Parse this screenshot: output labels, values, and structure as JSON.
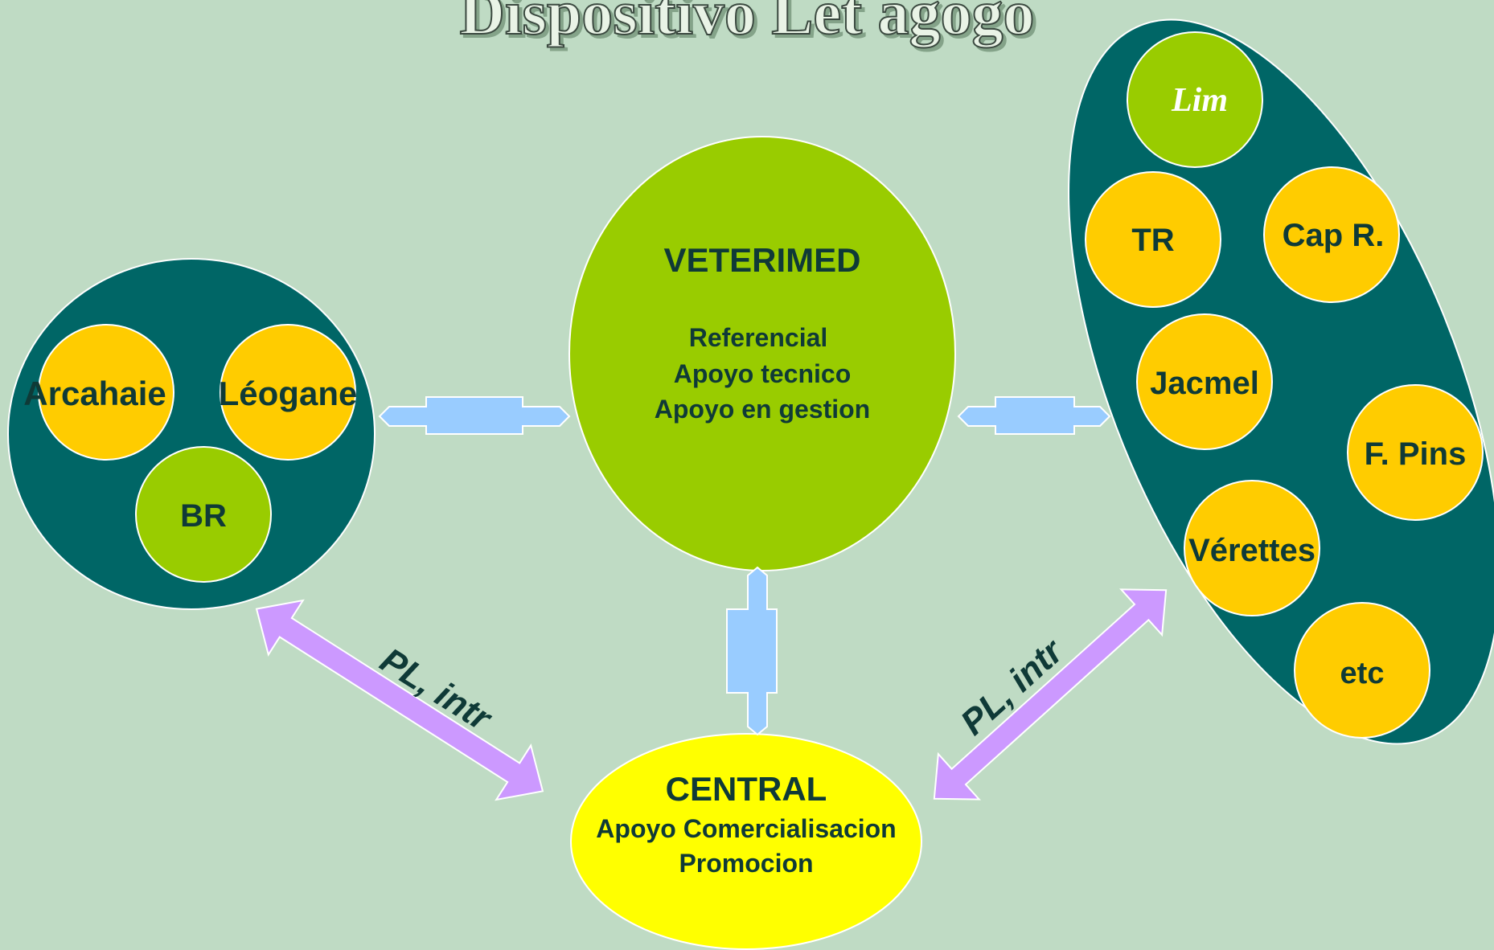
{
  "title": "Dispositivo  Let agogo",
  "colors": {
    "background": "#bfdbc4",
    "dark_teal": "#006666",
    "orange": "#ffcc00",
    "green": "#99cc00",
    "yellow": "#ffff00",
    "light_blue": "#99ccff",
    "purple": "#cc99ff",
    "label": "#0f3a37"
  },
  "veterimed": {
    "name": "VETERIMED",
    "roles": [
      "Referencial",
      "Apoyo tecnico",
      "Apoyo en gestion"
    ]
  },
  "central": {
    "name": "CENTRAL",
    "roles": [
      "Apoyo Comercialisacion",
      "Promocion"
    ]
  },
  "left_group": {
    "members": [
      "Arcahaie",
      "Léogane",
      "BR"
    ]
  },
  "right_group": {
    "logo": "Lim",
    "members": [
      "TR",
      "Cap R.",
      "Jacmel",
      "F. Pins",
      "Vérettes",
      "etc"
    ]
  },
  "links": {
    "left_central": "PL, intr",
    "right_central": "PL, intr"
  }
}
